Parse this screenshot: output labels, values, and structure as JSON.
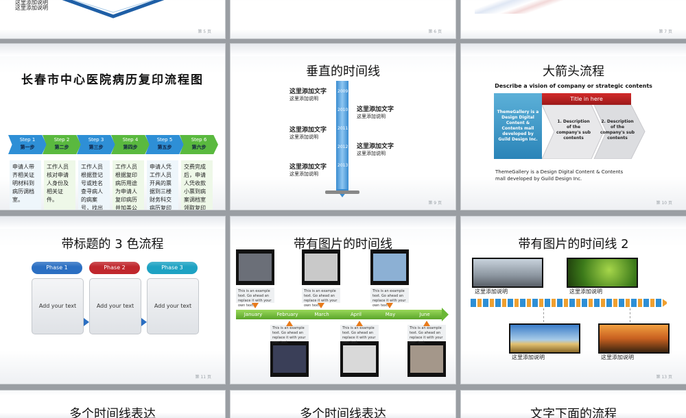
{
  "slide_top": {
    "line1": "这里添加说明",
    "line2": "这里添加说明",
    "pages": [
      "第 5 页",
      "第 6 页",
      "第 7 页"
    ]
  },
  "s4": {
    "title": "长春市中心医院病历复印流程图",
    "steps": [
      {
        "step": "Step 1",
        "cn": "第一步",
        "text": "申请人带齐相关证明材料到病历调档室。",
        "color": "#2e8fd6"
      },
      {
        "step": "Step 2",
        "cn": "第二步",
        "text": "工作人员核对申请人身份及相关证件。",
        "color": "#5ab93f"
      },
      {
        "step": "Step 3",
        "cn": "第三步",
        "text": "工作人员根据登记号或姓名查寻病人的病案号，找出病历。",
        "color": "#2e8fd6"
      },
      {
        "step": "Step 4",
        "cn": "第四步",
        "text": "工作人员根据复印病历用途为申请人复印病历并加盖公章。",
        "color": "#5ab93f"
      },
      {
        "step": "Step 5",
        "cn": "第五步",
        "text": "申请人凭工作人员开具的票据到三楼财务科交病历复印费。",
        "color": "#2e8fd6"
      },
      {
        "step": "Step 6",
        "cn": "第六步",
        "text": "交费完成后，申请人凭收款小票到病案调档室领取复印病历。",
        "color": "#5ab93f"
      }
    ]
  },
  "s5": {
    "title": "垂直的时间线",
    "left": [
      {
        "t": "这里添加文字",
        "s": "这里添加说明"
      },
      {
        "t": "这里添加文字",
        "s": "这里添加说明"
      },
      {
        "t": "这里添加文字",
        "s": "这里添加说明"
      }
    ],
    "right": [
      {
        "t": "这里添加文字",
        "s": "这里添加说明"
      },
      {
        "t": "这里添加文字",
        "s": "这里添加说明"
      }
    ],
    "years": [
      "2009",
      "2010",
      "2011",
      "2012",
      "2013"
    ],
    "page": "第 9 页"
  },
  "s6": {
    "title": "大箭头流程",
    "subtitle": "Describe a vision of company or strategic contents",
    "box": "ThemeGallery  is a Design Digital Content & Contents mall developed by Guild Design Inc.",
    "header": "Title in here",
    "c1": "1. Description of the company's sub contents",
    "c2": "2. Description of the company's sub contents",
    "footer": "ThemeGallery  is a Design Digital Content & Contents mall developed by Guild Design Inc.",
    "page": "第 10 页"
  },
  "s7": {
    "title": "带标题的 3 色流程",
    "phases": [
      {
        "label": "Phase 1",
        "color": "#2b6fc2"
      },
      {
        "label": "Phase 2",
        "color": "#c0272d"
      },
      {
        "label": "Phase 3",
        "color": "#1da2c3"
      }
    ],
    "panel": "Add your text",
    "page": "第 11 页"
  },
  "s8": {
    "title": "带有图片的时间线",
    "months": [
      "January",
      "February",
      "March",
      "April",
      "May",
      "June"
    ],
    "note": "This is an example text. Go ahead an replace it with your own text."
  },
  "s9": {
    "title": "带有图片的时间线 2",
    "caption": "这里添加说明",
    "page": "第 13 页"
  },
  "bottom": {
    "t1": "多个时间线表达",
    "t2": "多个时间线表达",
    "t3": "文字下面的流程"
  }
}
